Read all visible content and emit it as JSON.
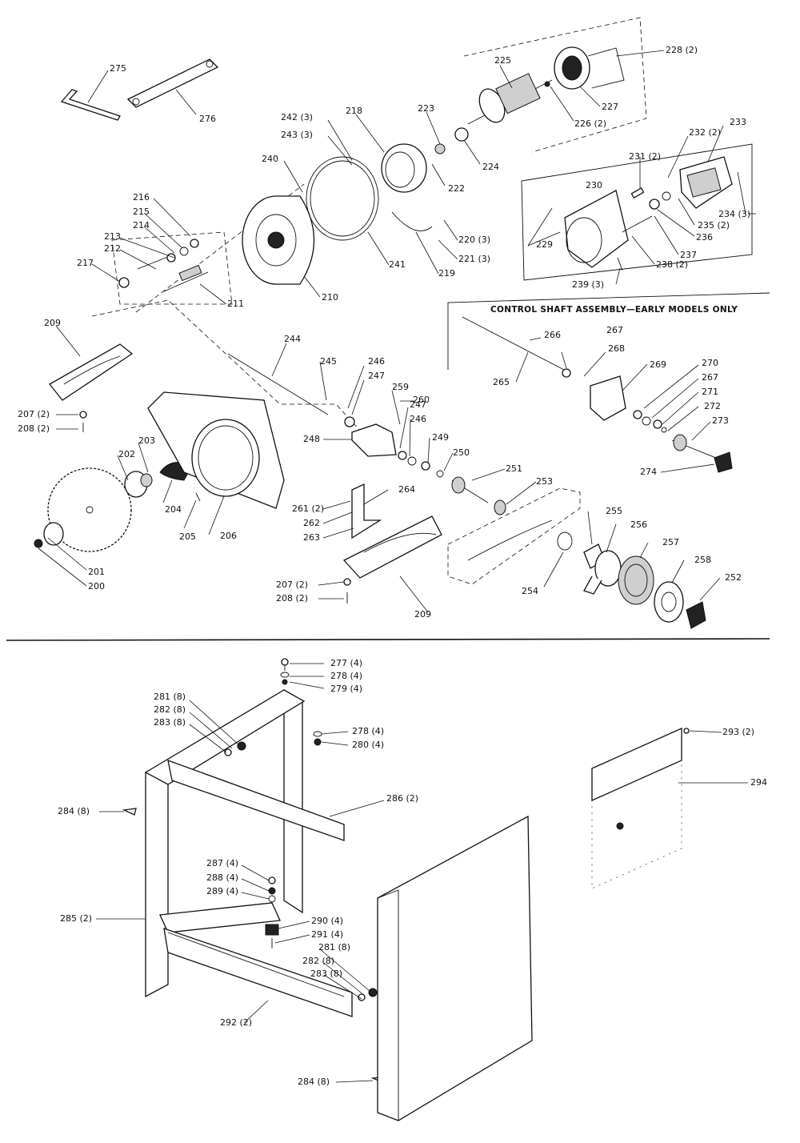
{
  "section_title": "CONTROL SHAFT ASSEMBLY—EARLY MODELS ONLY",
  "callouts": {
    "c275": "275",
    "c276": "276",
    "c225": "225",
    "c228": "228 (2)",
    "c227": "227",
    "c226": "226 (2)",
    "c223": "223",
    "c224": "224",
    "c222": "222",
    "c218": "218",
    "c242": "242 (3)",
    "c243": "243 (3)",
    "c240": "240",
    "c232": "232 (2)",
    "c233": "233",
    "c231": "231 (2)",
    "c230": "230",
    "c234": "234 (3)",
    "c235": "235 (2)",
    "c236": "236",
    "c237": "237",
    "c238": "238 (2)",
    "c239": "239 (3)",
    "c229": "229",
    "c220": "220 (3)",
    "c221": "221 (3)",
    "c219": "219",
    "c241": "241",
    "c210": "210",
    "c211": "211",
    "c216": "216",
    "c215": "215",
    "c214": "214",
    "c213": "213",
    "c212": "212",
    "c217": "217",
    "c209a": "209",
    "c207a": "207 (2)",
    "c208a": "208 (2)",
    "c244": "244",
    "c245": "245",
    "c246a": "246",
    "c247a": "247",
    "c259": "259",
    "c260": "260",
    "c248": "248",
    "c247b": "247",
    "c246b": "246",
    "c249": "249",
    "c250": "250",
    "c251": "251",
    "c253": "253",
    "c266": "266",
    "c267a": "267",
    "c268": "268",
    "c265": "265",
    "c269": "269",
    "c270": "270",
    "c267b": "267",
    "c271": "271",
    "c272": "272",
    "c273": "273",
    "c274": "274",
    "c203": "203",
    "c202": "202",
    "c204": "204",
    "c205": "205",
    "c206": "206",
    "c201": "201",
    "c200": "200",
    "c261": "261 (2)",
    "c262": "262",
    "c263": "263",
    "c264": "264",
    "c255": "255",
    "c256": "256",
    "c257": "257",
    "c258": "258",
    "c252": "252",
    "c254": "254",
    "c207b": "207 (2)",
    "c208b": "208 (2)",
    "c209b": "209",
    "c277": "277 (4)",
    "c278a": "278 (4)",
    "c279": "279 (4)",
    "c278b": "278 (4)",
    "c280": "280 (4)",
    "c281a": "281 (8)",
    "c282a": "282 (8)",
    "c283a": "283 (8)",
    "c284a": "284 (8)",
    "c286": "286 (2)",
    "c287": "287 (4)",
    "c288": "288 (4)",
    "c289": "289 (4)",
    "c285": "285 (2)",
    "c290": "290 (4)",
    "c291": "291 (4)",
    "c281b": "281 (8)",
    "c282b": "282 (8)",
    "c283b": "283 (8)",
    "c292": "292 (2)",
    "c284b": "284 (8)",
    "c293": "293 (2)",
    "c294": "294"
  }
}
